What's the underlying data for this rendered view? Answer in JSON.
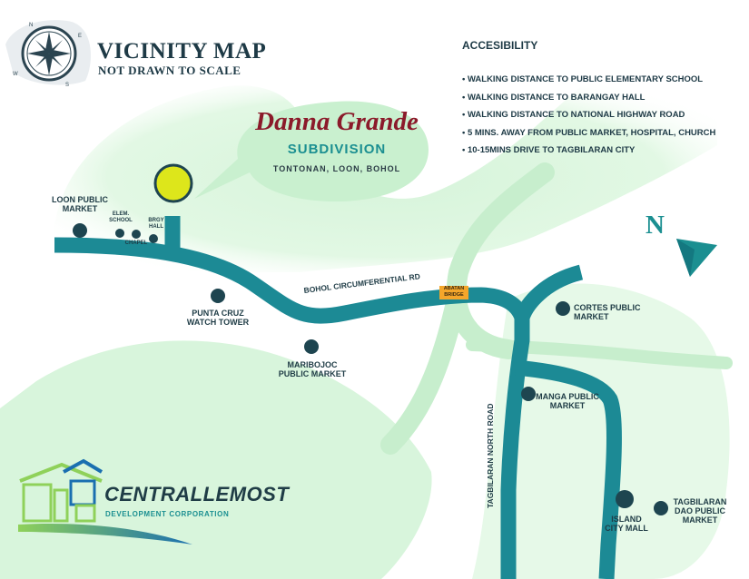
{
  "header": {
    "title": "VICINITY MAP",
    "subtitle": "NOT DRAWN TO SCALE",
    "rose_letters": {
      "n": "N",
      "s": "S",
      "e": "E",
      "w": "W"
    }
  },
  "accessibility": {
    "title": "ACCESIBILITY",
    "items": [
      "• WALKING DISTANCE TO PUBLIC ELEMENTARY SCHOOL",
      "• WALKING DISTANCE TO BARANGAY HALL",
      "• WALKING DISTANCE TO NATIONAL HIGHWAY ROAD",
      "• 5 MINS. AWAY FROM PUBLIC MARKET, HOSPITAL, CHURCH",
      "• 10-15MINS DRIVE TO TAGBILARAN CITY"
    ]
  },
  "subdivision": {
    "name": "Danna Grande",
    "type": "SUBDIVISION",
    "location": "TONTONAN, LOON, BOHOL"
  },
  "landmarks": {
    "loon_market": "LOON PUBLIC\nMARKET",
    "elem_school": "ELEM.\nSCHOOL",
    "chapel": "CHAPEL",
    "brgy_hall": "BRGY\nHALL",
    "punta_cruz": "PUNTA CRUZ\nWATCH TOWER",
    "maribojoc": "MARIBOJOC\nPUBLIC MARKET",
    "cortes": "CORTES PUBLIC\nMARKET",
    "manga": "MANGA PUBLIC\nMARKET",
    "island_mall": "ISLAND\nCITY MALL",
    "dao_market": "TAGBILARAN\nDAO PUBLIC\nMARKET"
  },
  "roads": {
    "circumferential": "BOHOL CIRCUMFERENTIAL RD",
    "north_road": "TAGBILARAN NORTH ROAD",
    "bridge": "ABATAN\nBRIDGE"
  },
  "compass": {
    "north": "N"
  },
  "company": {
    "name": "CENTRALLEMOST",
    "tagline": "DEVELOPMENT CORPORATION"
  },
  "colors": {
    "road": "#1c8a95",
    "land": "#d8f5dc",
    "river": "#c7eecd",
    "marker": "#1e4550",
    "subdivision_dot": "#dde61b",
    "brand": "#8b1a2a",
    "accent": "#1b8f91"
  }
}
